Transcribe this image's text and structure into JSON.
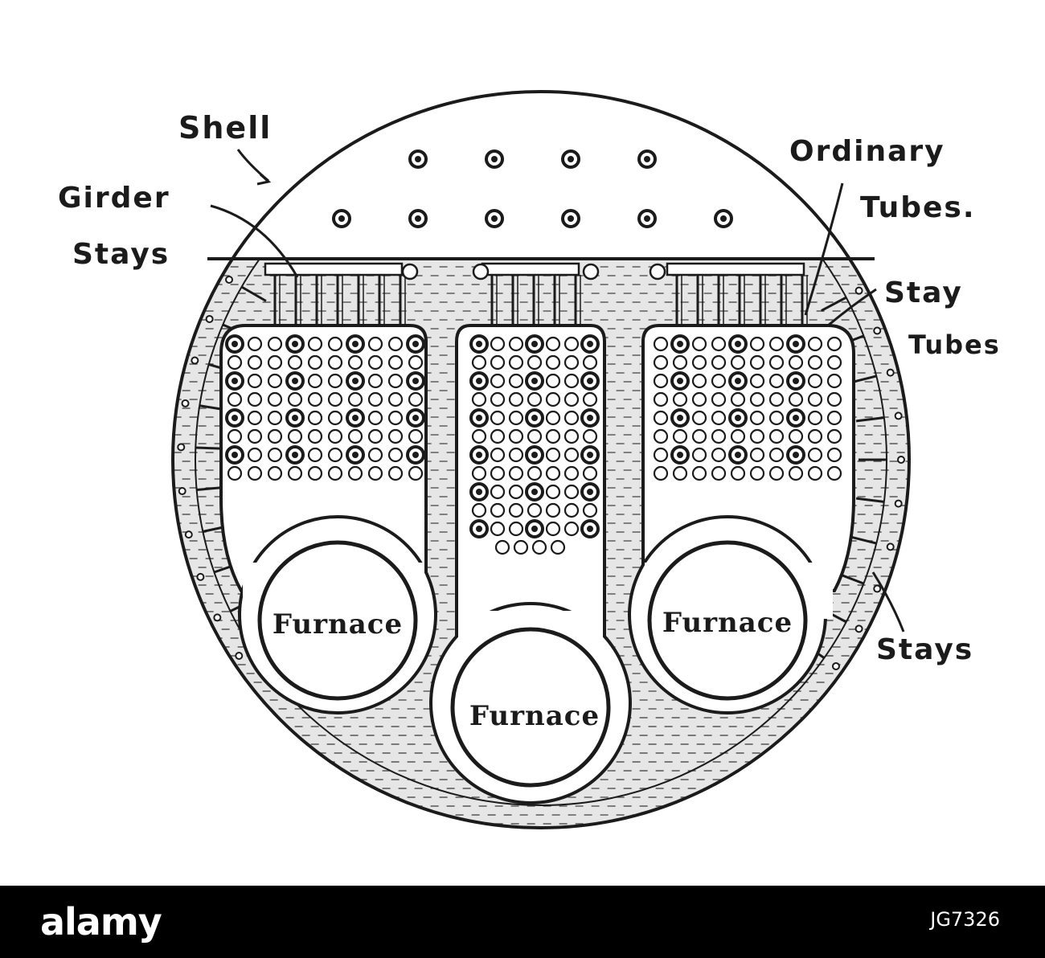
{
  "diagram": {
    "labels": {
      "shell": "Shell",
      "girder_stays_1": "Girder",
      "girder_stays_2": "Stays",
      "ordinary_tubes_1": "Ordinary",
      "ordinary_tubes_2": "Tubes.",
      "stay_tubes_1": "Stay",
      "stay_tubes_2": "Tubes",
      "stays": "Stays",
      "furnace_left": "Furnace",
      "furnace_right": "Furnace",
      "furnace_center": "Furnace"
    }
  },
  "footer": {
    "brand": "alamy",
    "image_code": "JG7326"
  },
  "colors": {
    "ink": "#1b1b1b",
    "water": "#e6e6e6",
    "footer_bg": "#000000",
    "footer_text": "#ffffff"
  }
}
